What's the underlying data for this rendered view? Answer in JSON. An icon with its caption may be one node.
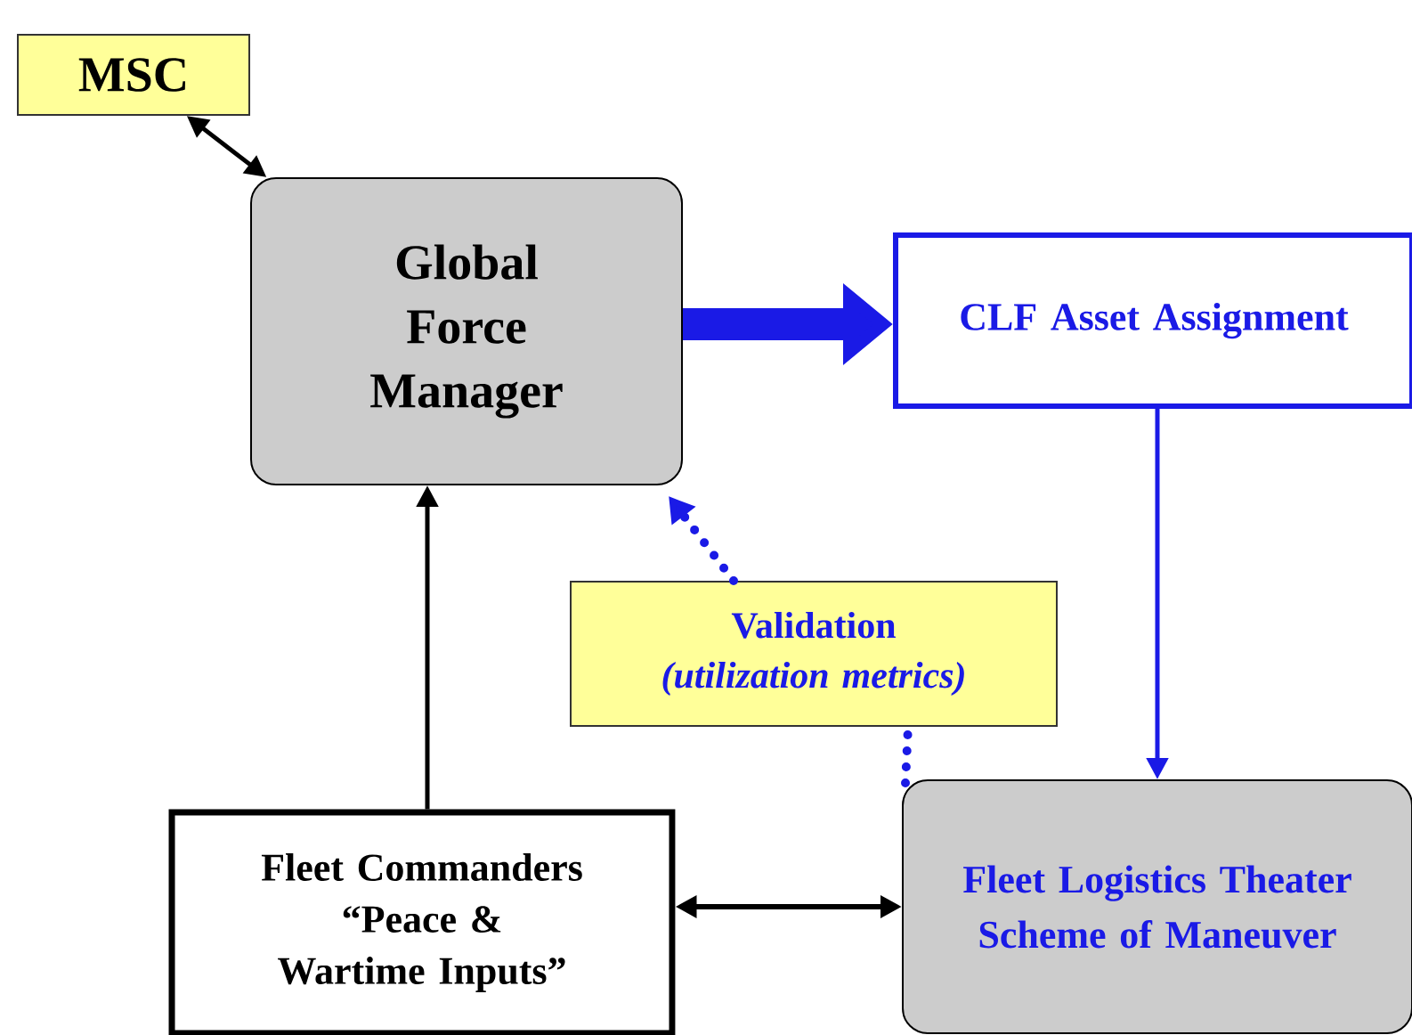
{
  "diagram": {
    "nodes": [
      {
        "text": [
          "MSC"
        ]
      },
      {
        "text": [
          "Global Force Manager"
        ]
      },
      {
        "text": [
          "CLF Asset Assignment"
        ]
      },
      {
        "text": [
          "Validation",
          "(utilization metrics)"
        ]
      },
      {
        "text": [
          "Fleet Commanders",
          "“Peace & Wartime Inputs”"
        ]
      },
      {
        "text": [
          "Fleet Logistics Theater Scheme of Maneuver"
        ]
      }
    ],
    "edges": [
      {
        "from": 0,
        "to": 1,
        "arrow": "both",
        "color": "#000000"
      },
      {
        "from": 1,
        "to": 2,
        "arrow": "to",
        "style": "thick",
        "color": "#1a1ae6"
      },
      {
        "from": 2,
        "to": 5,
        "arrow": "to",
        "color": "#1a1ae6"
      },
      {
        "from": 5,
        "to": 3,
        "arrow": "none",
        "style": "dashed",
        "color": "#1a1ae6"
      },
      {
        "from": 3,
        "to": 1,
        "arrow": "to",
        "style": "dashed",
        "color": "#1a1ae6"
      },
      {
        "from": 4,
        "to": 1,
        "arrow": "to",
        "color": "#000000"
      },
      {
        "from": 4,
        "to": 5,
        "arrow": "both",
        "color": "#000000"
      }
    ]
  }
}
